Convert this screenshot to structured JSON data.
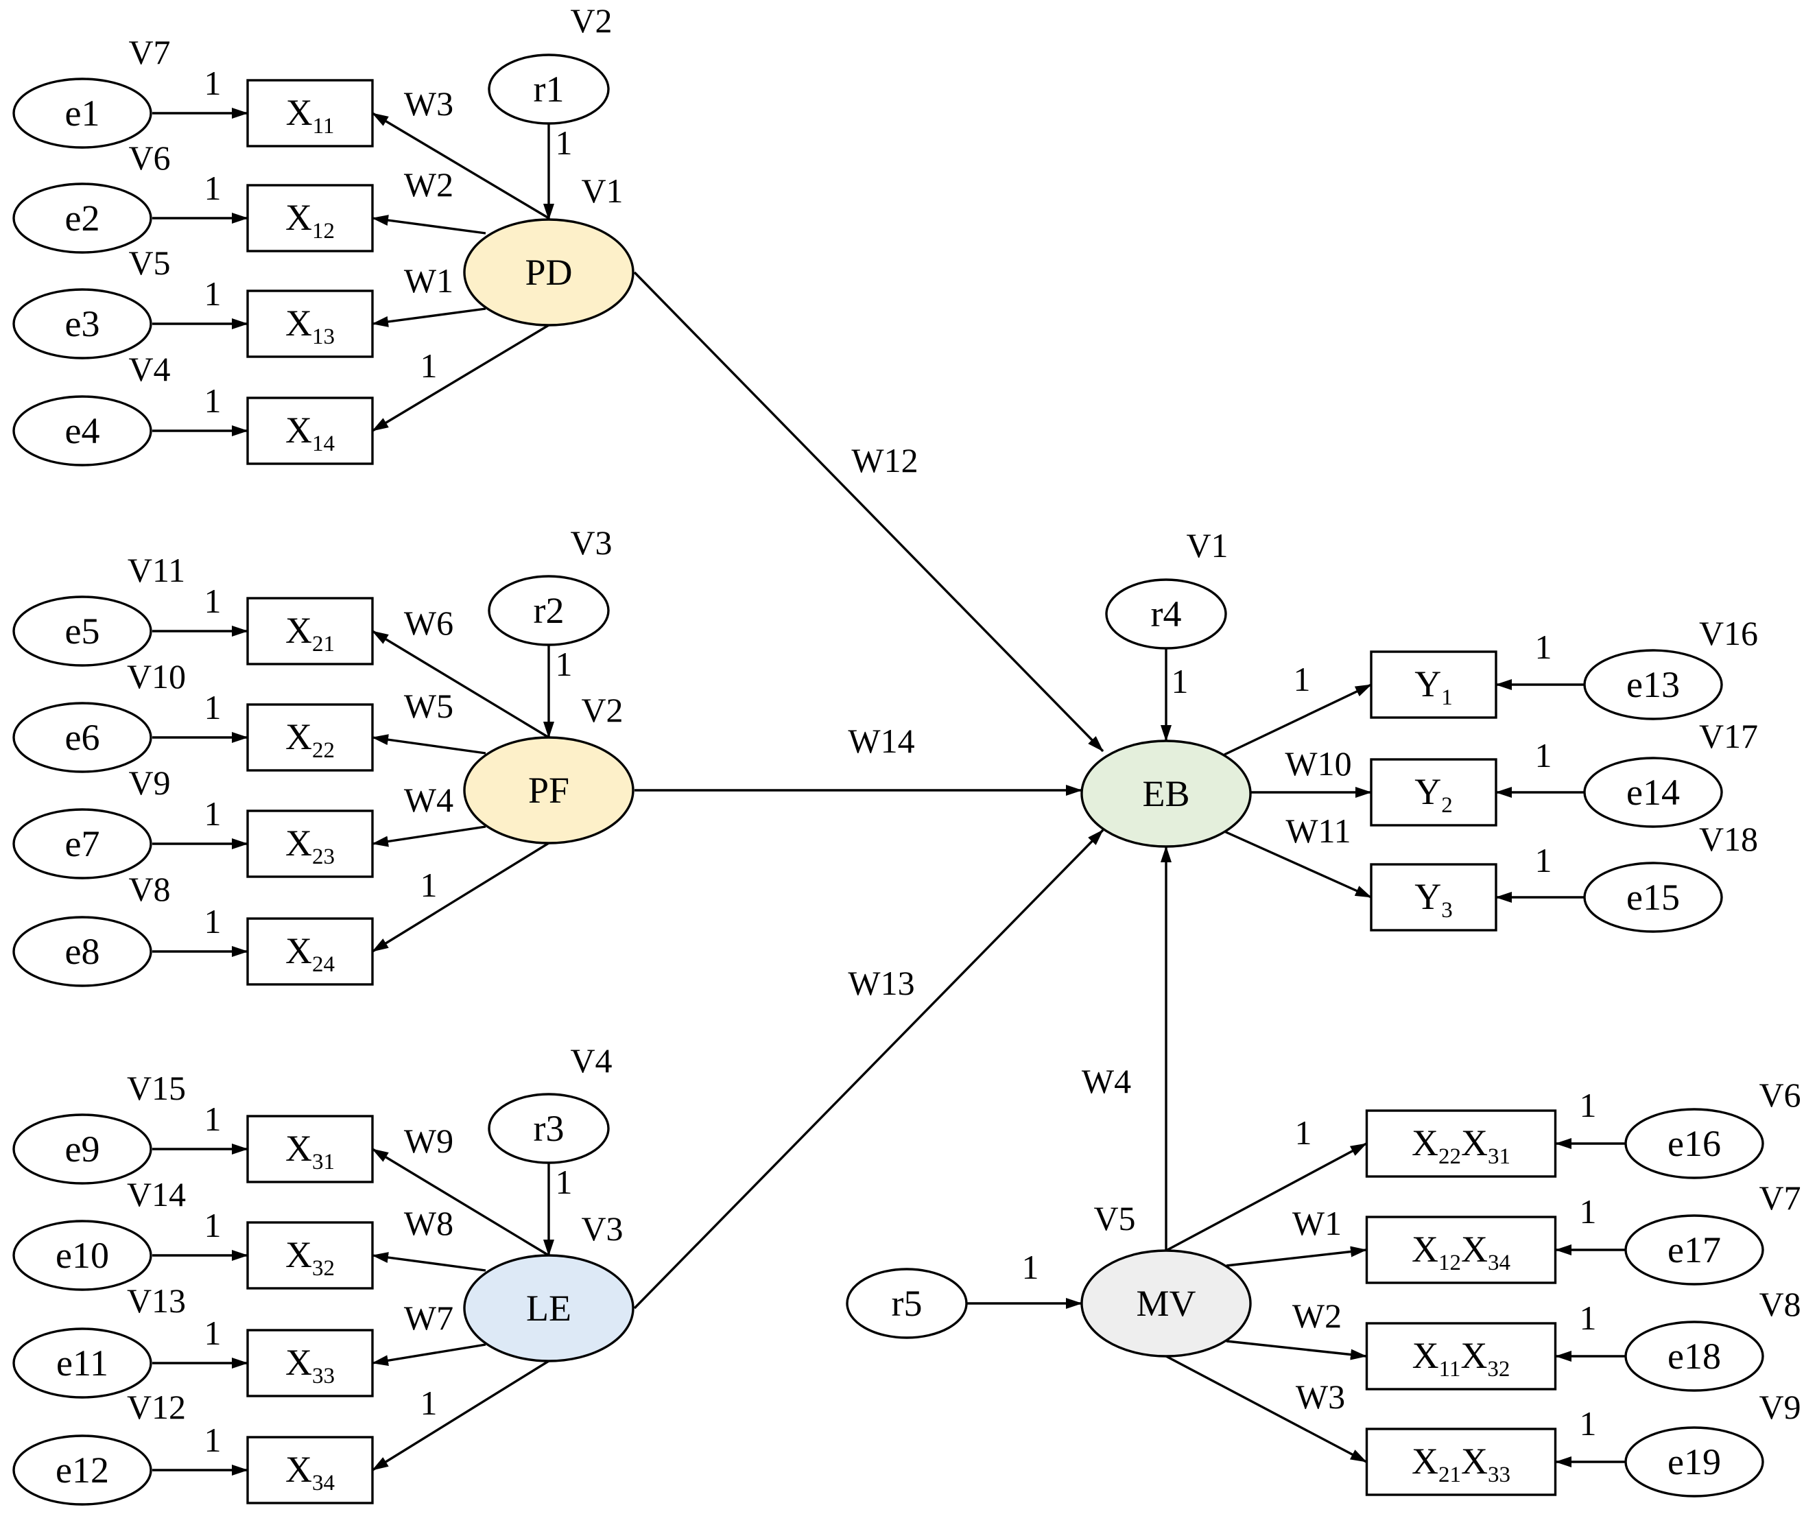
{
  "colors": {
    "PD": "#fdf0c9",
    "PF": "#fdf0c9",
    "LE": "#dde9f6",
    "EB": "#e4efdc",
    "MV": "#eeeeee",
    "plain": "#ffffff",
    "line": "#000000"
  },
  "ellipses": [
    {
      "id": "e1",
      "label": "e1"
    },
    {
      "id": "e2",
      "label": "e2"
    },
    {
      "id": "e3",
      "label": "e3"
    },
    {
      "id": "e4",
      "label": "e4"
    },
    {
      "id": "e5",
      "label": "e5"
    },
    {
      "id": "e6",
      "label": "e6"
    },
    {
      "id": "e7",
      "label": "e7"
    },
    {
      "id": "e8",
      "label": "e8"
    },
    {
      "id": "e9",
      "label": "e9"
    },
    {
      "id": "e10",
      "label": "e10"
    },
    {
      "id": "e11",
      "label": "e11"
    },
    {
      "id": "e12",
      "label": "e12"
    },
    {
      "id": "r1",
      "label": "r1"
    },
    {
      "id": "r2",
      "label": "r2"
    },
    {
      "id": "r3",
      "label": "r3"
    },
    {
      "id": "r4",
      "label": "r4"
    },
    {
      "id": "r5",
      "label": "r5"
    },
    {
      "id": "PD",
      "label": "PD",
      "fill": "PD"
    },
    {
      "id": "PF",
      "label": "PF",
      "fill": "PF"
    },
    {
      "id": "LE",
      "label": "LE",
      "fill": "LE"
    },
    {
      "id": "EB",
      "label": "EB",
      "fill": "EB"
    },
    {
      "id": "MV",
      "label": "MV",
      "fill": "MV"
    },
    {
      "id": "e13",
      "label": "e13"
    },
    {
      "id": "e14",
      "label": "e14"
    },
    {
      "id": "e15",
      "label": "e15"
    },
    {
      "id": "e16",
      "label": "e16"
    },
    {
      "id": "e17",
      "label": "e17"
    },
    {
      "id": "e18",
      "label": "e18"
    },
    {
      "id": "e19",
      "label": "e19"
    }
  ],
  "boxes": [
    {
      "id": "X11",
      "parts": [
        [
          "X",
          ""
        ],
        [
          "11",
          "sub"
        ]
      ]
    },
    {
      "id": "X12",
      "parts": [
        [
          "X",
          ""
        ],
        [
          "12",
          "sub"
        ]
      ]
    },
    {
      "id": "X13",
      "parts": [
        [
          "X",
          ""
        ],
        [
          "13",
          "sub"
        ]
      ]
    },
    {
      "id": "X14",
      "parts": [
        [
          "X",
          ""
        ],
        [
          "14",
          "sub"
        ]
      ]
    },
    {
      "id": "X21",
      "parts": [
        [
          "X",
          ""
        ],
        [
          "21",
          "sub"
        ]
      ]
    },
    {
      "id": "X22",
      "parts": [
        [
          "X",
          ""
        ],
        [
          "22",
          "sub"
        ]
      ]
    },
    {
      "id": "X23",
      "parts": [
        [
          "X",
          ""
        ],
        [
          "23",
          "sub"
        ]
      ]
    },
    {
      "id": "X24",
      "parts": [
        [
          "X",
          ""
        ],
        [
          "24",
          "sub"
        ]
      ]
    },
    {
      "id": "X31",
      "parts": [
        [
          "X",
          ""
        ],
        [
          "31",
          "sub"
        ]
      ]
    },
    {
      "id": "X32",
      "parts": [
        [
          "X",
          ""
        ],
        [
          "32",
          "sub"
        ]
      ]
    },
    {
      "id": "X33",
      "parts": [
        [
          "X",
          ""
        ],
        [
          "33",
          "sub"
        ]
      ]
    },
    {
      "id": "X34",
      "parts": [
        [
          "X",
          ""
        ],
        [
          "34",
          "sub"
        ]
      ]
    },
    {
      "id": "Y1",
      "parts": [
        [
          "Y",
          ""
        ],
        [
          "1",
          "sub"
        ]
      ]
    },
    {
      "id": "Y2",
      "parts": [
        [
          "Y",
          ""
        ],
        [
          "2",
          "sub"
        ]
      ]
    },
    {
      "id": "Y3",
      "parts": [
        [
          "Y",
          ""
        ],
        [
          "3",
          "sub"
        ]
      ]
    },
    {
      "id": "X22X31",
      "parts": [
        [
          "X",
          ""
        ],
        [
          "22",
          "sub"
        ],
        [
          "X",
          ""
        ],
        [
          "31",
          "sub"
        ]
      ]
    },
    {
      "id": "X12X34",
      "parts": [
        [
          "X",
          ""
        ],
        [
          "12",
          "sub"
        ],
        [
          "X",
          ""
        ],
        [
          "34",
          "sub"
        ]
      ]
    },
    {
      "id": "X11X32",
      "parts": [
        [
          "X",
          ""
        ],
        [
          "11",
          "sub"
        ],
        [
          "X",
          ""
        ],
        [
          "32",
          "sub"
        ]
      ]
    },
    {
      "id": "X21X33",
      "parts": [
        [
          "X",
          ""
        ],
        [
          "21",
          "sub"
        ],
        [
          "X",
          ""
        ],
        [
          "33",
          "sub"
        ]
      ]
    }
  ],
  "edges": [
    {
      "from": "e1",
      "to": "X11",
      "label": "1"
    },
    {
      "from": "e2",
      "to": "X12",
      "label": "1"
    },
    {
      "from": "e3",
      "to": "X13",
      "label": "1"
    },
    {
      "from": "e4",
      "to": "X14",
      "label": "1"
    },
    {
      "from": "r1",
      "to": "PD",
      "label": "1"
    },
    {
      "from": "PD",
      "to": "X11",
      "label": "W3"
    },
    {
      "from": "PD",
      "to": "X12",
      "label": "W2"
    },
    {
      "from": "PD",
      "to": "X13",
      "label": "W1"
    },
    {
      "from": "PD",
      "to": "X14",
      "label": "1"
    },
    {
      "from": "e5",
      "to": "X21",
      "label": "1"
    },
    {
      "from": "e6",
      "to": "X22",
      "label": "1"
    },
    {
      "from": "e7",
      "to": "X23",
      "label": "1"
    },
    {
      "from": "e8",
      "to": "X24",
      "label": "1"
    },
    {
      "from": "r2",
      "to": "PF",
      "label": "1"
    },
    {
      "from": "PF",
      "to": "X21",
      "label": "W6"
    },
    {
      "from": "PF",
      "to": "X22",
      "label": "W5"
    },
    {
      "from": "PF",
      "to": "X23",
      "label": "W4"
    },
    {
      "from": "PF",
      "to": "X24",
      "label": "1"
    },
    {
      "from": "e9",
      "to": "X31",
      "label": "1"
    },
    {
      "from": "e10",
      "to": "X32",
      "label": "1"
    },
    {
      "from": "e11",
      "to": "X33",
      "label": "1"
    },
    {
      "from": "e12",
      "to": "X34",
      "label": "1"
    },
    {
      "from": "r3",
      "to": "LE",
      "label": "1"
    },
    {
      "from": "LE",
      "to": "X31",
      "label": "W9"
    },
    {
      "from": "LE",
      "to": "X32",
      "label": "W8"
    },
    {
      "from": "LE",
      "to": "X33",
      "label": "W7"
    },
    {
      "from": "LE",
      "to": "X34",
      "label": "1"
    },
    {
      "from": "PD",
      "to": "EB",
      "label": "W12"
    },
    {
      "from": "PF",
      "to": "EB",
      "label": "W14"
    },
    {
      "from": "LE",
      "to": "EB",
      "label": "W13"
    },
    {
      "from": "r4",
      "to": "EB",
      "label": "1"
    },
    {
      "from": "EB",
      "to": "Y1",
      "label": "1"
    },
    {
      "from": "EB",
      "to": "Y2",
      "label": "W10"
    },
    {
      "from": "EB",
      "to": "Y3",
      "label": "W11"
    },
    {
      "from": "e13",
      "to": "Y1",
      "label": "1"
    },
    {
      "from": "e14",
      "to": "Y2",
      "label": "1"
    },
    {
      "from": "e15",
      "to": "Y3",
      "label": "1"
    },
    {
      "from": "MV",
      "to": "EB",
      "label": "W4"
    },
    {
      "from": "r5",
      "to": "MV",
      "label": "1"
    },
    {
      "from": "MV",
      "to": "X22X31",
      "label": "1"
    },
    {
      "from": "MV",
      "to": "X12X34",
      "label": "W1"
    },
    {
      "from": "MV",
      "to": "X11X32",
      "label": "W2"
    },
    {
      "from": "MV",
      "to": "X21X33",
      "label": "W3"
    },
    {
      "from": "e16",
      "to": "X22X31",
      "label": "1"
    },
    {
      "from": "e17",
      "to": "X12X34",
      "label": "1"
    },
    {
      "from": "e18",
      "to": "X11X32",
      "label": "1"
    },
    {
      "from": "e19",
      "to": "X21X33",
      "label": "1"
    }
  ],
  "variance_labels": [
    {
      "target": "e1",
      "text": "V7"
    },
    {
      "target": "e2",
      "text": "V6"
    },
    {
      "target": "e3",
      "text": "V5"
    },
    {
      "target": "e4",
      "text": "V4"
    },
    {
      "target": "r1",
      "text": "V2"
    },
    {
      "target": "PD",
      "text": "V1"
    },
    {
      "target": "e5",
      "text": "V11"
    },
    {
      "target": "e6",
      "text": "V10"
    },
    {
      "target": "e7",
      "text": "V9"
    },
    {
      "target": "e8",
      "text": "V8"
    },
    {
      "target": "r2",
      "text": "V3"
    },
    {
      "target": "PF",
      "text": "V2"
    },
    {
      "target": "e9",
      "text": "V15"
    },
    {
      "target": "e10",
      "text": "V14"
    },
    {
      "target": "e11",
      "text": "V13"
    },
    {
      "target": "e12",
      "text": "V12"
    },
    {
      "target": "r3",
      "text": "V4"
    },
    {
      "target": "LE",
      "text": "V3"
    },
    {
      "target": "r4",
      "text": "V1"
    },
    {
      "target": "e13",
      "text": "V16"
    },
    {
      "target": "e14",
      "text": "V17"
    },
    {
      "target": "e15",
      "text": "V18"
    },
    {
      "target": "MV",
      "text": "V5"
    },
    {
      "target": "e16",
      "text": "V6"
    },
    {
      "target": "e17",
      "text": "V7"
    },
    {
      "target": "e18",
      "text": "V8"
    },
    {
      "target": "e19",
      "text": "V9"
    }
  ]
}
